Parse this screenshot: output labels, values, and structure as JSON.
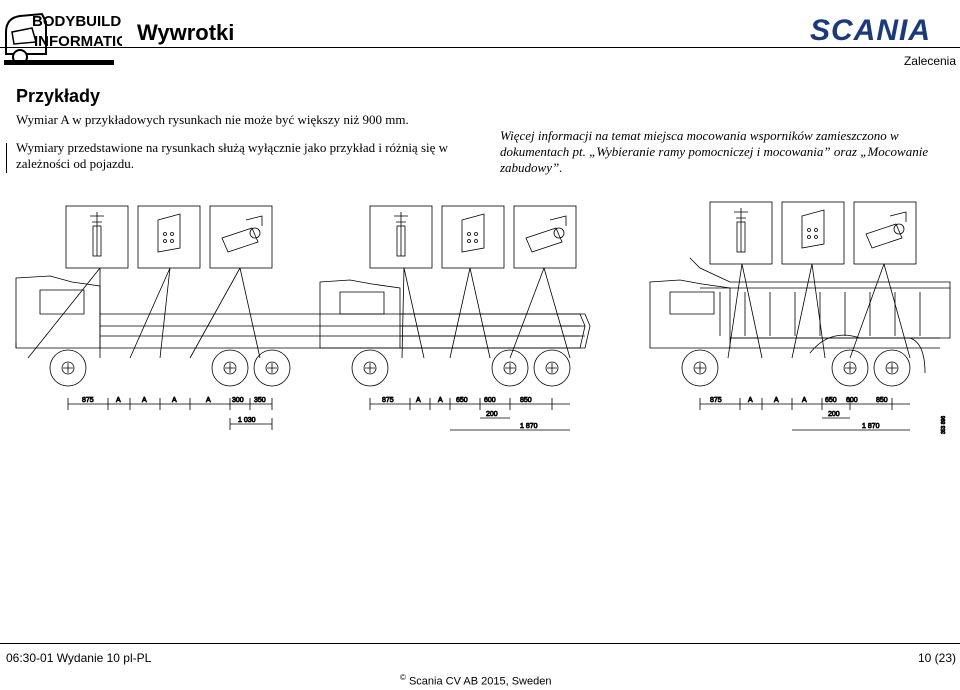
{
  "header": {
    "logo_line1": "BODYBUILDING",
    "logo_line2": "INFORMATION",
    "title": "Wywrotki",
    "brand": "SCANIA",
    "section": "Zalecenia"
  },
  "content": {
    "heading": "Przykłady",
    "para1": "Wymiar A w przykładowych rysunkach nie może być większy niż 900 mm.",
    "para2": "Wymiary przedstawione na rysunkach służą wyłącznie jako przykład i różnią się w zależności od pojazdu.",
    "note": "Więcej informacji na temat miejsca mocowania wsporników zamieszczono w dokumentach pt. „Wybieranie ramy pomocniczej i mocowania” oraz „Mocowanie zabudowy”."
  },
  "drawing": {
    "truck1_dims": [
      "875",
      "A",
      "A",
      "A",
      "A",
      "300",
      "350"
    ],
    "truck1_total": "1 030",
    "truck2_dims": [
      "875",
      "A",
      "A",
      "650",
      "600",
      "850"
    ],
    "truck2_sub": "200",
    "truck2_total": "1 870",
    "truck3_dims": [
      "875",
      "A",
      "A",
      "A",
      "650",
      "600",
      "850"
    ],
    "truck3_sub": "200",
    "truck3_total": "1 870",
    "figure_number": "353 896"
  },
  "footer": {
    "left": "06:30-01 Wydanie 10  pl-PL",
    "right": "10 (23)",
    "copyright_symbol": "©",
    "copyright": "Scania CV AB 2015, Sweden"
  }
}
